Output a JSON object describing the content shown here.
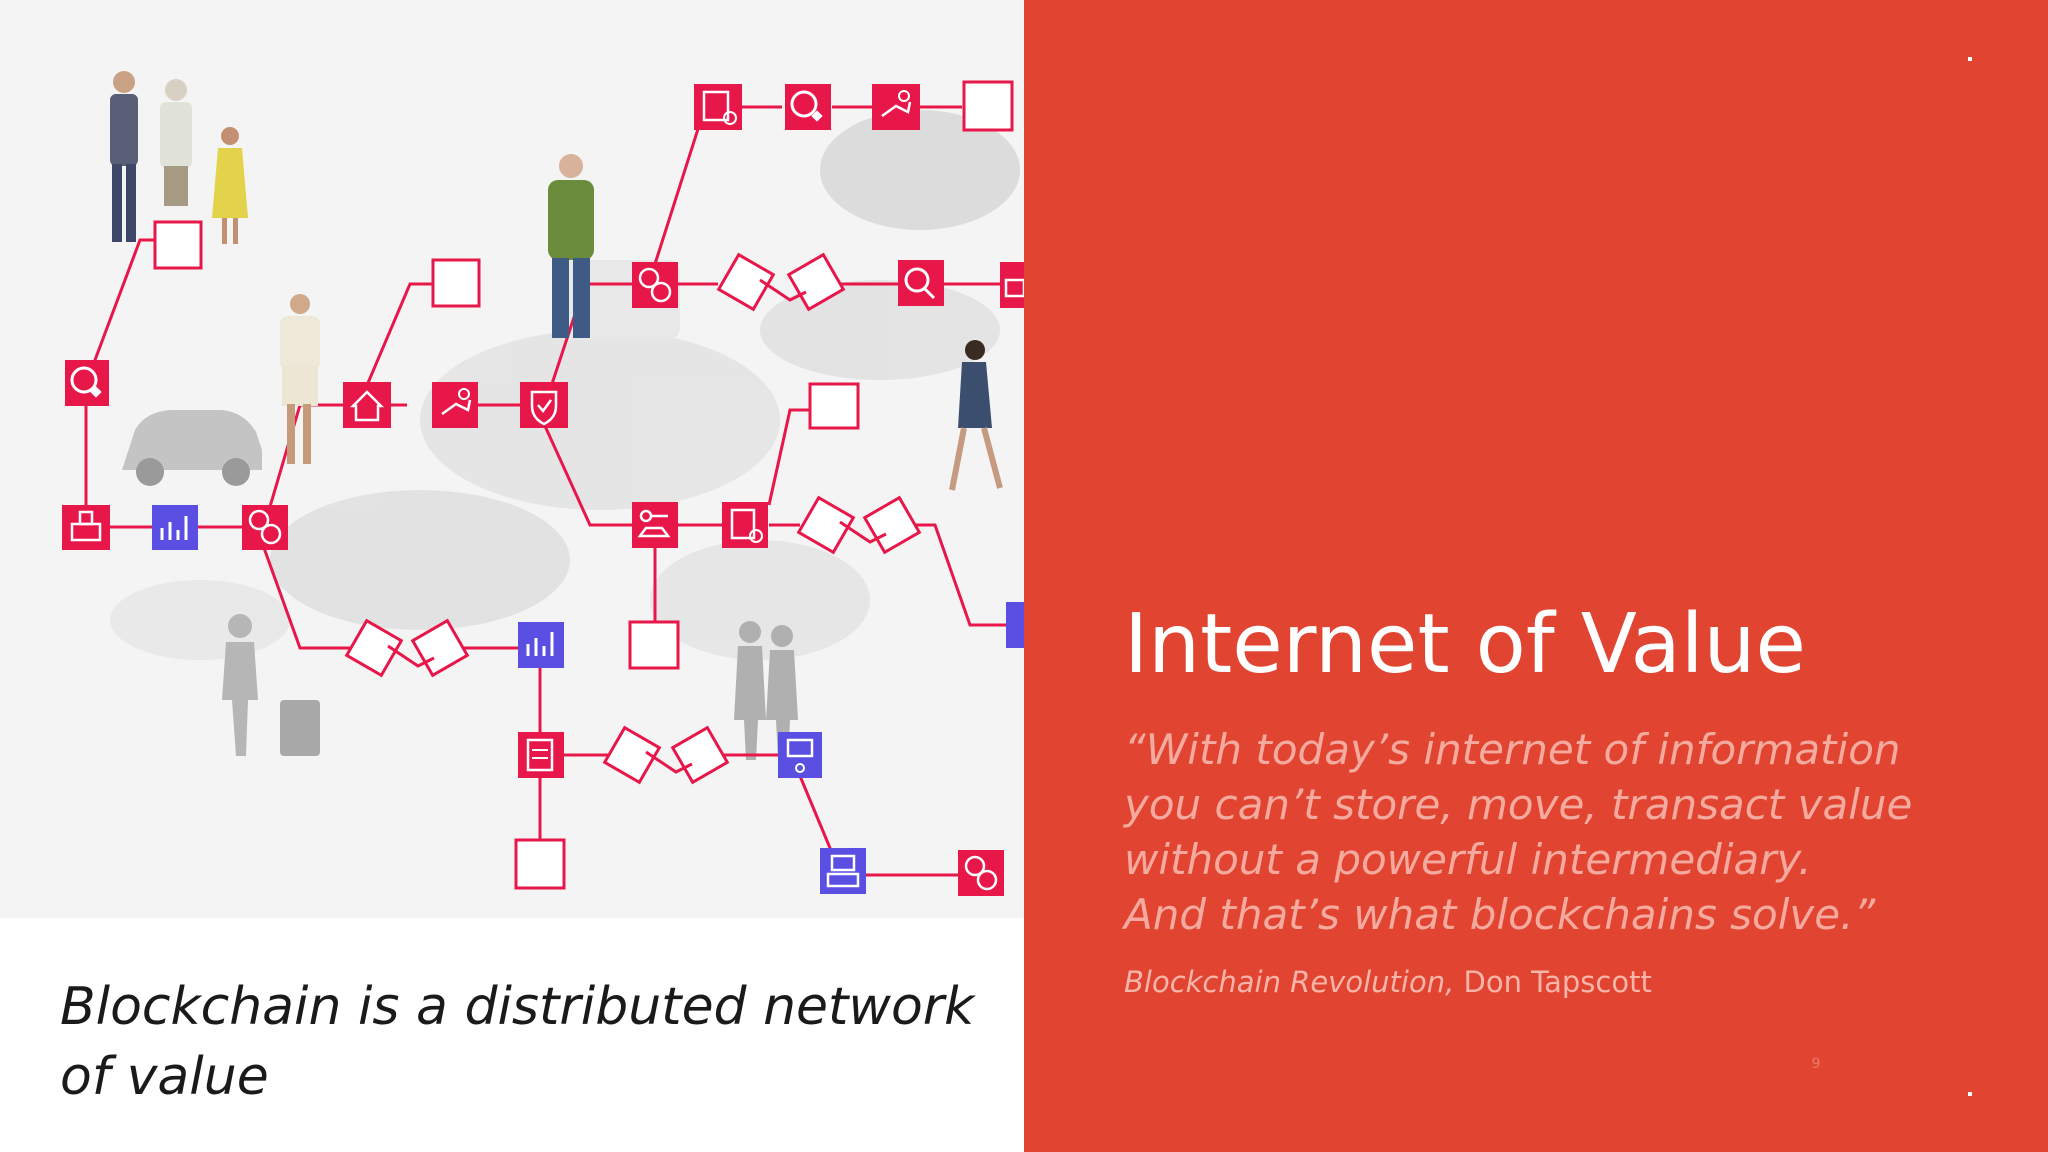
{
  "left": {
    "caption_line1": "Blockchain is a distributed network",
    "caption_line2": "of value"
  },
  "right": {
    "title": "Internet of Value",
    "quote_lines": [
      "“With today’s internet of information",
      "you can’t store, move, transact value",
      "without a powerful intermediary.",
      "And that’s what blockchains solve.”"
    ],
    "attribution_book": "Blockchain Revolution,",
    "attribution_author": " Don Tapscott",
    "slide_number": "9"
  },
  "colors": {
    "accent_red": "#e14531",
    "node_red": "#e8174a",
    "node_blue": "#5a4ee3",
    "quote_text": "#f4aa9e"
  },
  "icons": [
    "certificate-icon",
    "copyright-icon",
    "hand-money-icon",
    "coins-icon",
    "handshake-icon",
    "search-coin-icon",
    "house-icon",
    "shield-check-icon",
    "car-key-icon",
    "bar-chart-icon",
    "ballot-box-icon",
    "document-icon",
    "robot-icon",
    "stamp-icon",
    "person-figure",
    "car-silhouette"
  ]
}
